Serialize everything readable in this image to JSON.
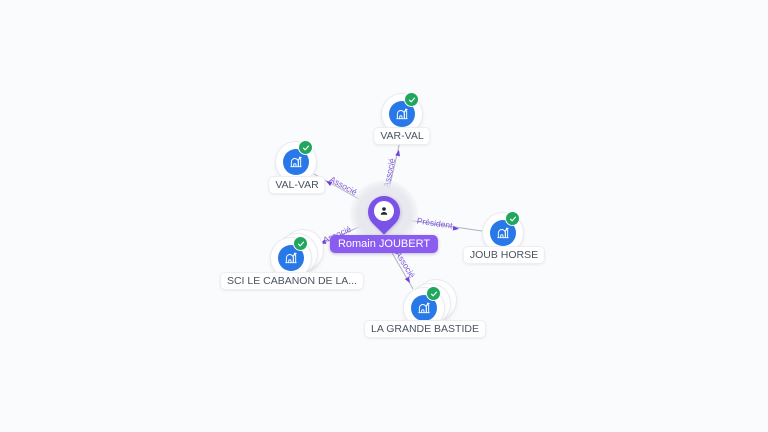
{
  "app": {
    "title": "Company relationship graph"
  },
  "person": {
    "name": "Romain JOUBERT",
    "role_labels": [
      "Associé",
      "Président"
    ]
  },
  "companies": [
    {
      "name": "VAR-VAL",
      "verified": true,
      "stacked": false
    },
    {
      "name": "VAL-VAR",
      "verified": true,
      "stacked": false
    },
    {
      "name": "JOUB HORSE",
      "verified": true,
      "stacked": false
    },
    {
      "name": "SCI LE CABANON DE LA...",
      "verified": true,
      "stacked": true
    },
    {
      "name": "LA GRANDE BASTIDE",
      "verified": true,
      "stacked": true
    }
  ],
  "edges": [
    {
      "from": "Romain JOUBERT",
      "to": "VAR-VAL",
      "label": "Associé"
    },
    {
      "from": "Romain JOUBERT",
      "to": "VAL-VAR",
      "label": "Associé"
    },
    {
      "from": "Romain JOUBERT",
      "to": "JOUB HORSE",
      "label": "Président"
    },
    {
      "from": "Romain JOUBERT",
      "to": "SCI LE CABANON DE LA...",
      "label": "Associé"
    },
    {
      "from": "Romain JOUBERT",
      "to": "LA GRANDE BASTIDE",
      "label": "Associé"
    }
  ],
  "icons": {
    "company": "building-icon",
    "person": "person-icon",
    "verified": "check-icon",
    "edge_arrow": "arrowhead-icon"
  },
  "colors": {
    "background": "#fafbfd",
    "company_blue": "#2878e8",
    "verified_green": "#21a65e",
    "person_purple": "#7b52e8",
    "person_label_bg": "#8a5cf0",
    "edge_gray": "#9aa0ab",
    "edge_label_purple": "#7e57d8"
  }
}
